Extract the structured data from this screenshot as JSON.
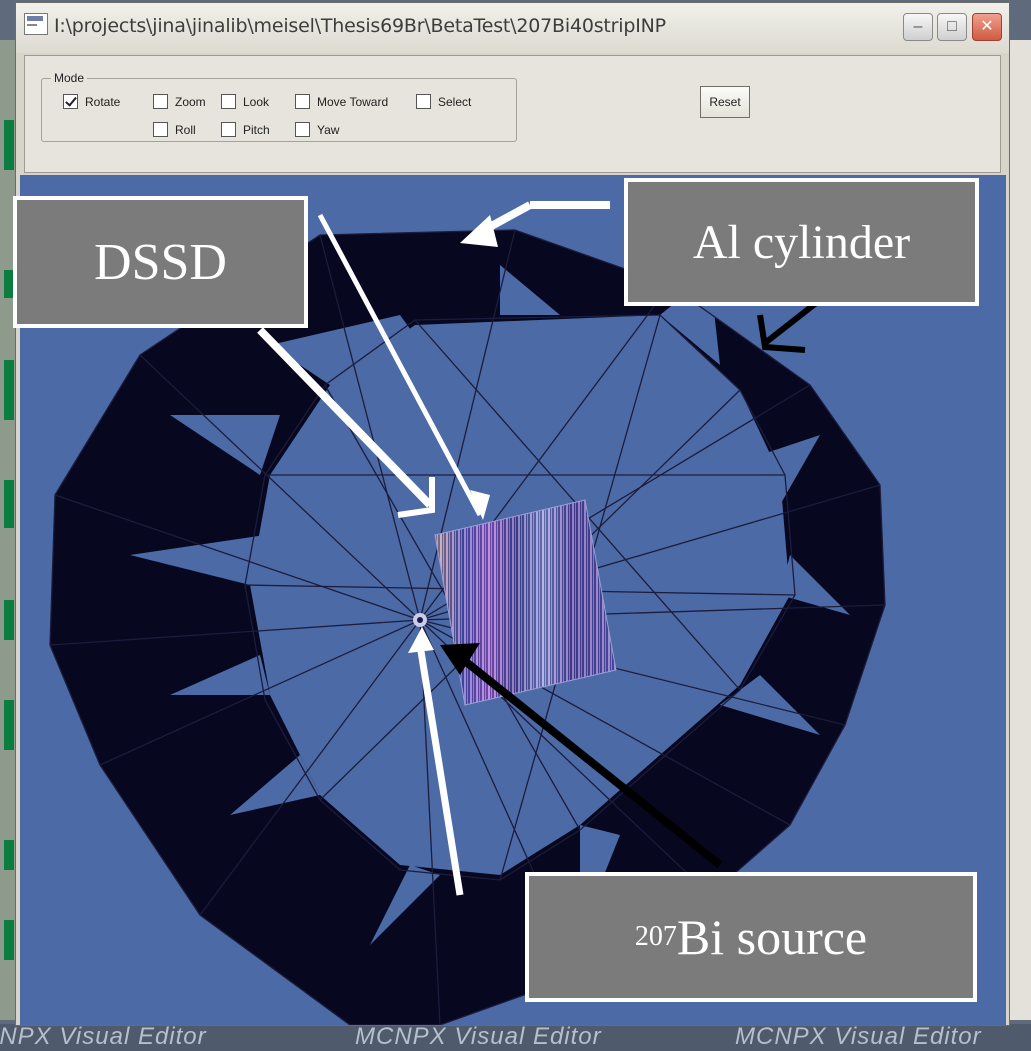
{
  "window": {
    "title": "I:\\projects\\jina\\jinalib\\meisel\\Thesis69Br\\BetaTest\\207Bi40stripINP",
    "minimize_label": "–",
    "maximize_label": "□",
    "close_label": "✕"
  },
  "mode": {
    "group_label": "Mode",
    "options": [
      {
        "label": "Rotate",
        "checked": true
      },
      {
        "label": "Zoom",
        "checked": false
      },
      {
        "label": "Look",
        "checked": false
      },
      {
        "label": "Move Toward",
        "checked": false
      },
      {
        "label": "Select",
        "checked": false
      },
      {
        "label": "Roll",
        "checked": false
      },
      {
        "label": "Pitch",
        "checked": false
      },
      {
        "label": "Yaw",
        "checked": false
      }
    ],
    "reset_label": "Reset"
  },
  "annotations": {
    "dssd": "DSSD",
    "al_cylinder": "Al cylinder",
    "source_sup": "207",
    "source_text": "Bi source"
  },
  "watermark": {
    "text": "MCNPX Visual Editor"
  },
  "colors": {
    "viewport_bg": "#4b6aa6",
    "geometry_fill": "#07071f",
    "wire": "#1c1c3c",
    "callout_bg": "#7b7b7b"
  }
}
